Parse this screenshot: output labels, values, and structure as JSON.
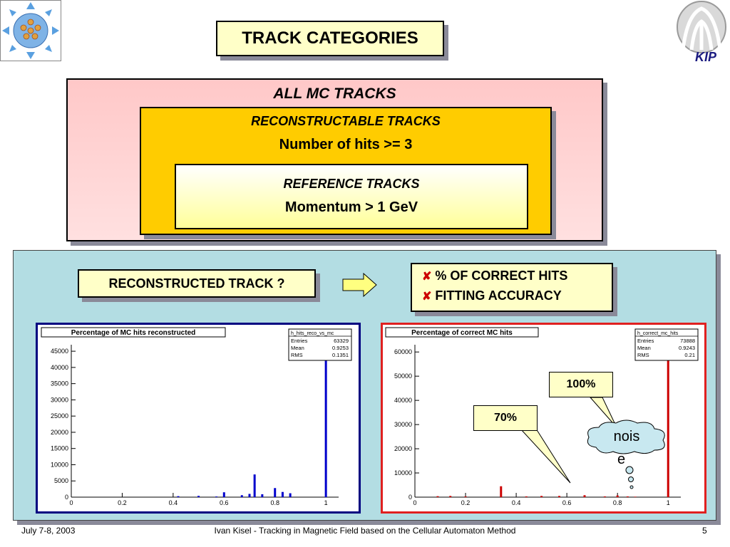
{
  "title": "TRACK CATEGORIES",
  "logo_right_text": "KIP",
  "categories": {
    "all": "ALL MC TRACKS",
    "reconstructable": "RECONSTRUCTABLE TRACKS",
    "reconstructable_cond": "Number of hits >= 3",
    "reference": "REFERENCE TRACKS",
    "reference_cond": "Momentum > 1 GeV"
  },
  "reconstructed_label": "RECONSTRUCTED TRACK ?",
  "quality_items": [
    "% OF CORRECT HITS",
    "FITTING ACCURACY"
  ],
  "callouts": {
    "c100": "100%",
    "c70": "70%",
    "noise_a": "nois",
    "noise_b": "e"
  },
  "colors": {
    "left_hist": "#0000cc",
    "right_hist": "#cc0000",
    "left_frame": "#000080",
    "right_frame": "#e02020"
  },
  "chart_data": [
    {
      "type": "bar",
      "title": "Percentage of MC hits reconstructed",
      "stats": {
        "name": "h_hits_reco_vs_mc",
        "Entries": "63329",
        "Mean": "0.9253",
        "RMS": "0.1351"
      },
      "xlim": [
        0,
        1.05
      ],
      "ylim": [
        0,
        47000
      ],
      "x_ticks": [
        "0",
        "0.2",
        "0.4",
        "0.6",
        "0.8",
        "1"
      ],
      "y_ticks": [
        "0",
        "5000",
        "10000",
        "15000",
        "20000",
        "25000",
        "30000",
        "35000",
        "40000",
        "45000"
      ],
      "x": [
        0.42,
        0.5,
        0.57,
        0.6,
        0.67,
        0.7,
        0.72,
        0.75,
        0.8,
        0.83,
        0.86,
        1.0
      ],
      "values": [
        300,
        400,
        200,
        1500,
        600,
        1000,
        7000,
        900,
        2800,
        1600,
        1200,
        46000
      ]
    },
    {
      "type": "bar",
      "title": "Percentage of correct MC hits",
      "stats": {
        "name": "h_correct_mc_hits",
        "Entries": "73888",
        "Mean": "0.9243",
        "RMS": "0.21"
      },
      "xlim": [
        0,
        1.05
      ],
      "ylim": [
        0,
        63000
      ],
      "x_ticks": [
        "0",
        "0.2",
        "0.4",
        "0.6",
        "0.8",
        "1"
      ],
      "y_ticks": [
        "0",
        "10000",
        "20000",
        "30000",
        "40000",
        "50000",
        "60000"
      ],
      "x": [
        0.09,
        0.14,
        0.2,
        0.34,
        0.44,
        0.5,
        0.57,
        0.67,
        0.75,
        0.8,
        0.84,
        0.87,
        1.0
      ],
      "values": [
        400,
        500,
        300,
        4500,
        300,
        500,
        500,
        800,
        300,
        700,
        300,
        200,
        62000
      ]
    }
  ],
  "footer": {
    "date": "July 7-8, 2003",
    "title": "Ivan Kisel - Tracking in Magnetic Field based on the Cellular Automaton Method",
    "page": "5"
  }
}
